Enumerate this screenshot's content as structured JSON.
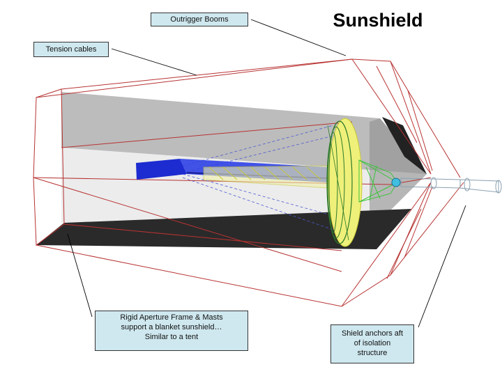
{
  "title": "Sunshield",
  "labels": {
    "outrigger_booms": "Outrigger Booms",
    "tension_cables": "Tension cables",
    "frame_line1": "Rigid Aperture Frame & Masts",
    "frame_line2": "support a blanket sunshield…",
    "frame_line3": "Similar to a tent",
    "anchor_line1": "Shield anchors aft",
    "anchor_line2": "of isolation",
    "anchor_line3": "structure"
  },
  "colors": {
    "frame_red": "#b83232",
    "panel_gray": "#b9b9b9",
    "panel_dark": "#2b2b2b",
    "panel_light": "#eeeeee",
    "mirror_yellow": "#d7d84a",
    "mirror_green": "#2f7a2a",
    "struts_green": "#3cc43c",
    "instrument_blue": "#1c2cd0",
    "callout_fill": "#cfe8ef"
  }
}
